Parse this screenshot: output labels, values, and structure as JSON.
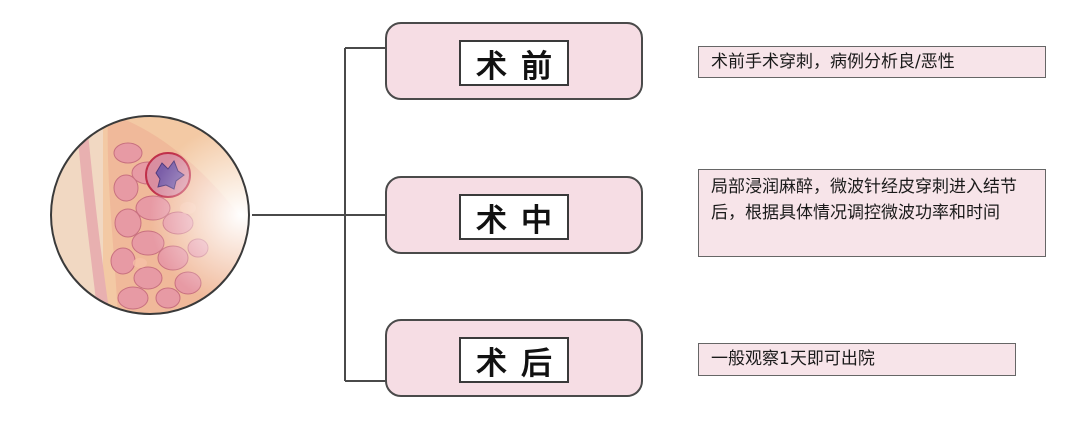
{
  "stages": [
    {
      "label": "术前",
      "note": "术前手术穿刺，病例分析良/恶性"
    },
    {
      "label": "术中",
      "note": "局部浸润麻醉，微波针经皮穿刺进入结节后，根据具体情况调控微波功率和时间"
    },
    {
      "label": "术后",
      "note": "一般观察1天即可出院"
    }
  ],
  "colors": {
    "stage_fill": "#f6dde4",
    "note_fill": "#f7e4e9",
    "line": "#4a4a4a"
  }
}
